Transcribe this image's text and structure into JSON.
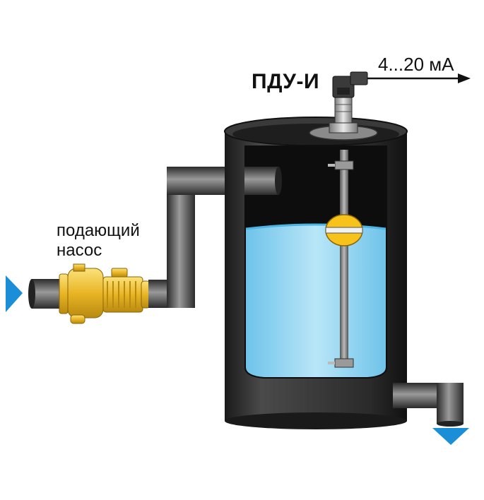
{
  "device": {
    "name": "ПДУ-И"
  },
  "signal": {
    "output": "4...20 мА"
  },
  "pump": {
    "label_line1": "подающий",
    "label_line2": "насос"
  },
  "colors": {
    "water": "#8fd3f0",
    "tank": "#2a2a2a",
    "pipe": "#4a4a4a",
    "pump_body": "#f2c230",
    "float": "#f7c21a",
    "flow_arrow": "#1a8fd8"
  }
}
